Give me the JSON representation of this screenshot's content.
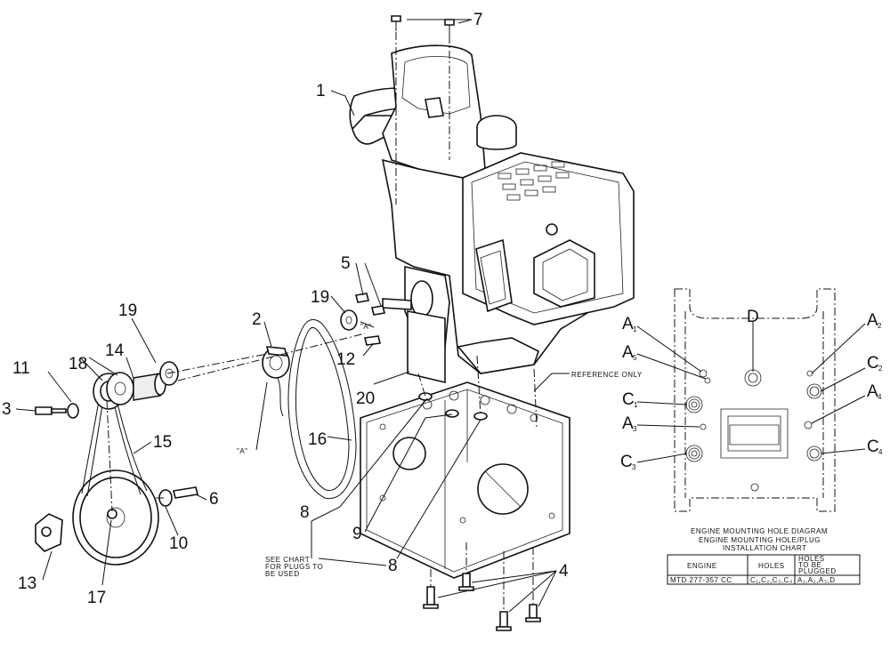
{
  "callouts": {
    "c1": "1",
    "c2": "2",
    "c3": "3",
    "c4": "4",
    "c5": "5",
    "c6": "6",
    "c7": "7",
    "c8a": "8",
    "c8b": "8",
    "c9": "9",
    "c10": "10",
    "c11": "11",
    "c12": "12",
    "c13": "13",
    "c14": "14",
    "c15": "15",
    "c16": "16",
    "c17": "17",
    "c18": "18",
    "c19a": "19",
    "c19b": "19",
    "c20": "20"
  },
  "notes": {
    "a_left": "\"A\"",
    "a_right": "\"A\"",
    "reference_only": "REFERENCE ONLY",
    "see_chart_1": "SEE CHART",
    "see_chart_2": "FOR PLUGS TO",
    "see_chart_3": "BE USED"
  },
  "hole_diagram": {
    "title": "ENGINE MOUNTING HOLE DIAGRAM",
    "labels": {
      "D": "D",
      "A1": "A",
      "A1s": "1",
      "A2": "A",
      "A2s": "2",
      "A3": "A",
      "A3s": "3",
      "A4": "A",
      "A4s": "4",
      "A5": "A",
      "A5s": "5",
      "C1": "C",
      "C1s": "1",
      "C2": "C",
      "C2s": "2",
      "C3": "C",
      "C3s": "3",
      "C4": "C",
      "C4s": "4"
    }
  },
  "install_chart": {
    "title_1": "ENGINE MOUNTING HOLE/PLUG",
    "title_2": "INSTALLATION CHART",
    "headers": [
      "ENGINE",
      "HOLES",
      "HOLES",
      "TO BE",
      "PLUGGED"
    ],
    "row": {
      "engine": "MTD 277-357 CC",
      "holes": "C₁,C₂,C₃,C₄",
      "plugged": "A₁,A₂,A₃,D"
    }
  }
}
